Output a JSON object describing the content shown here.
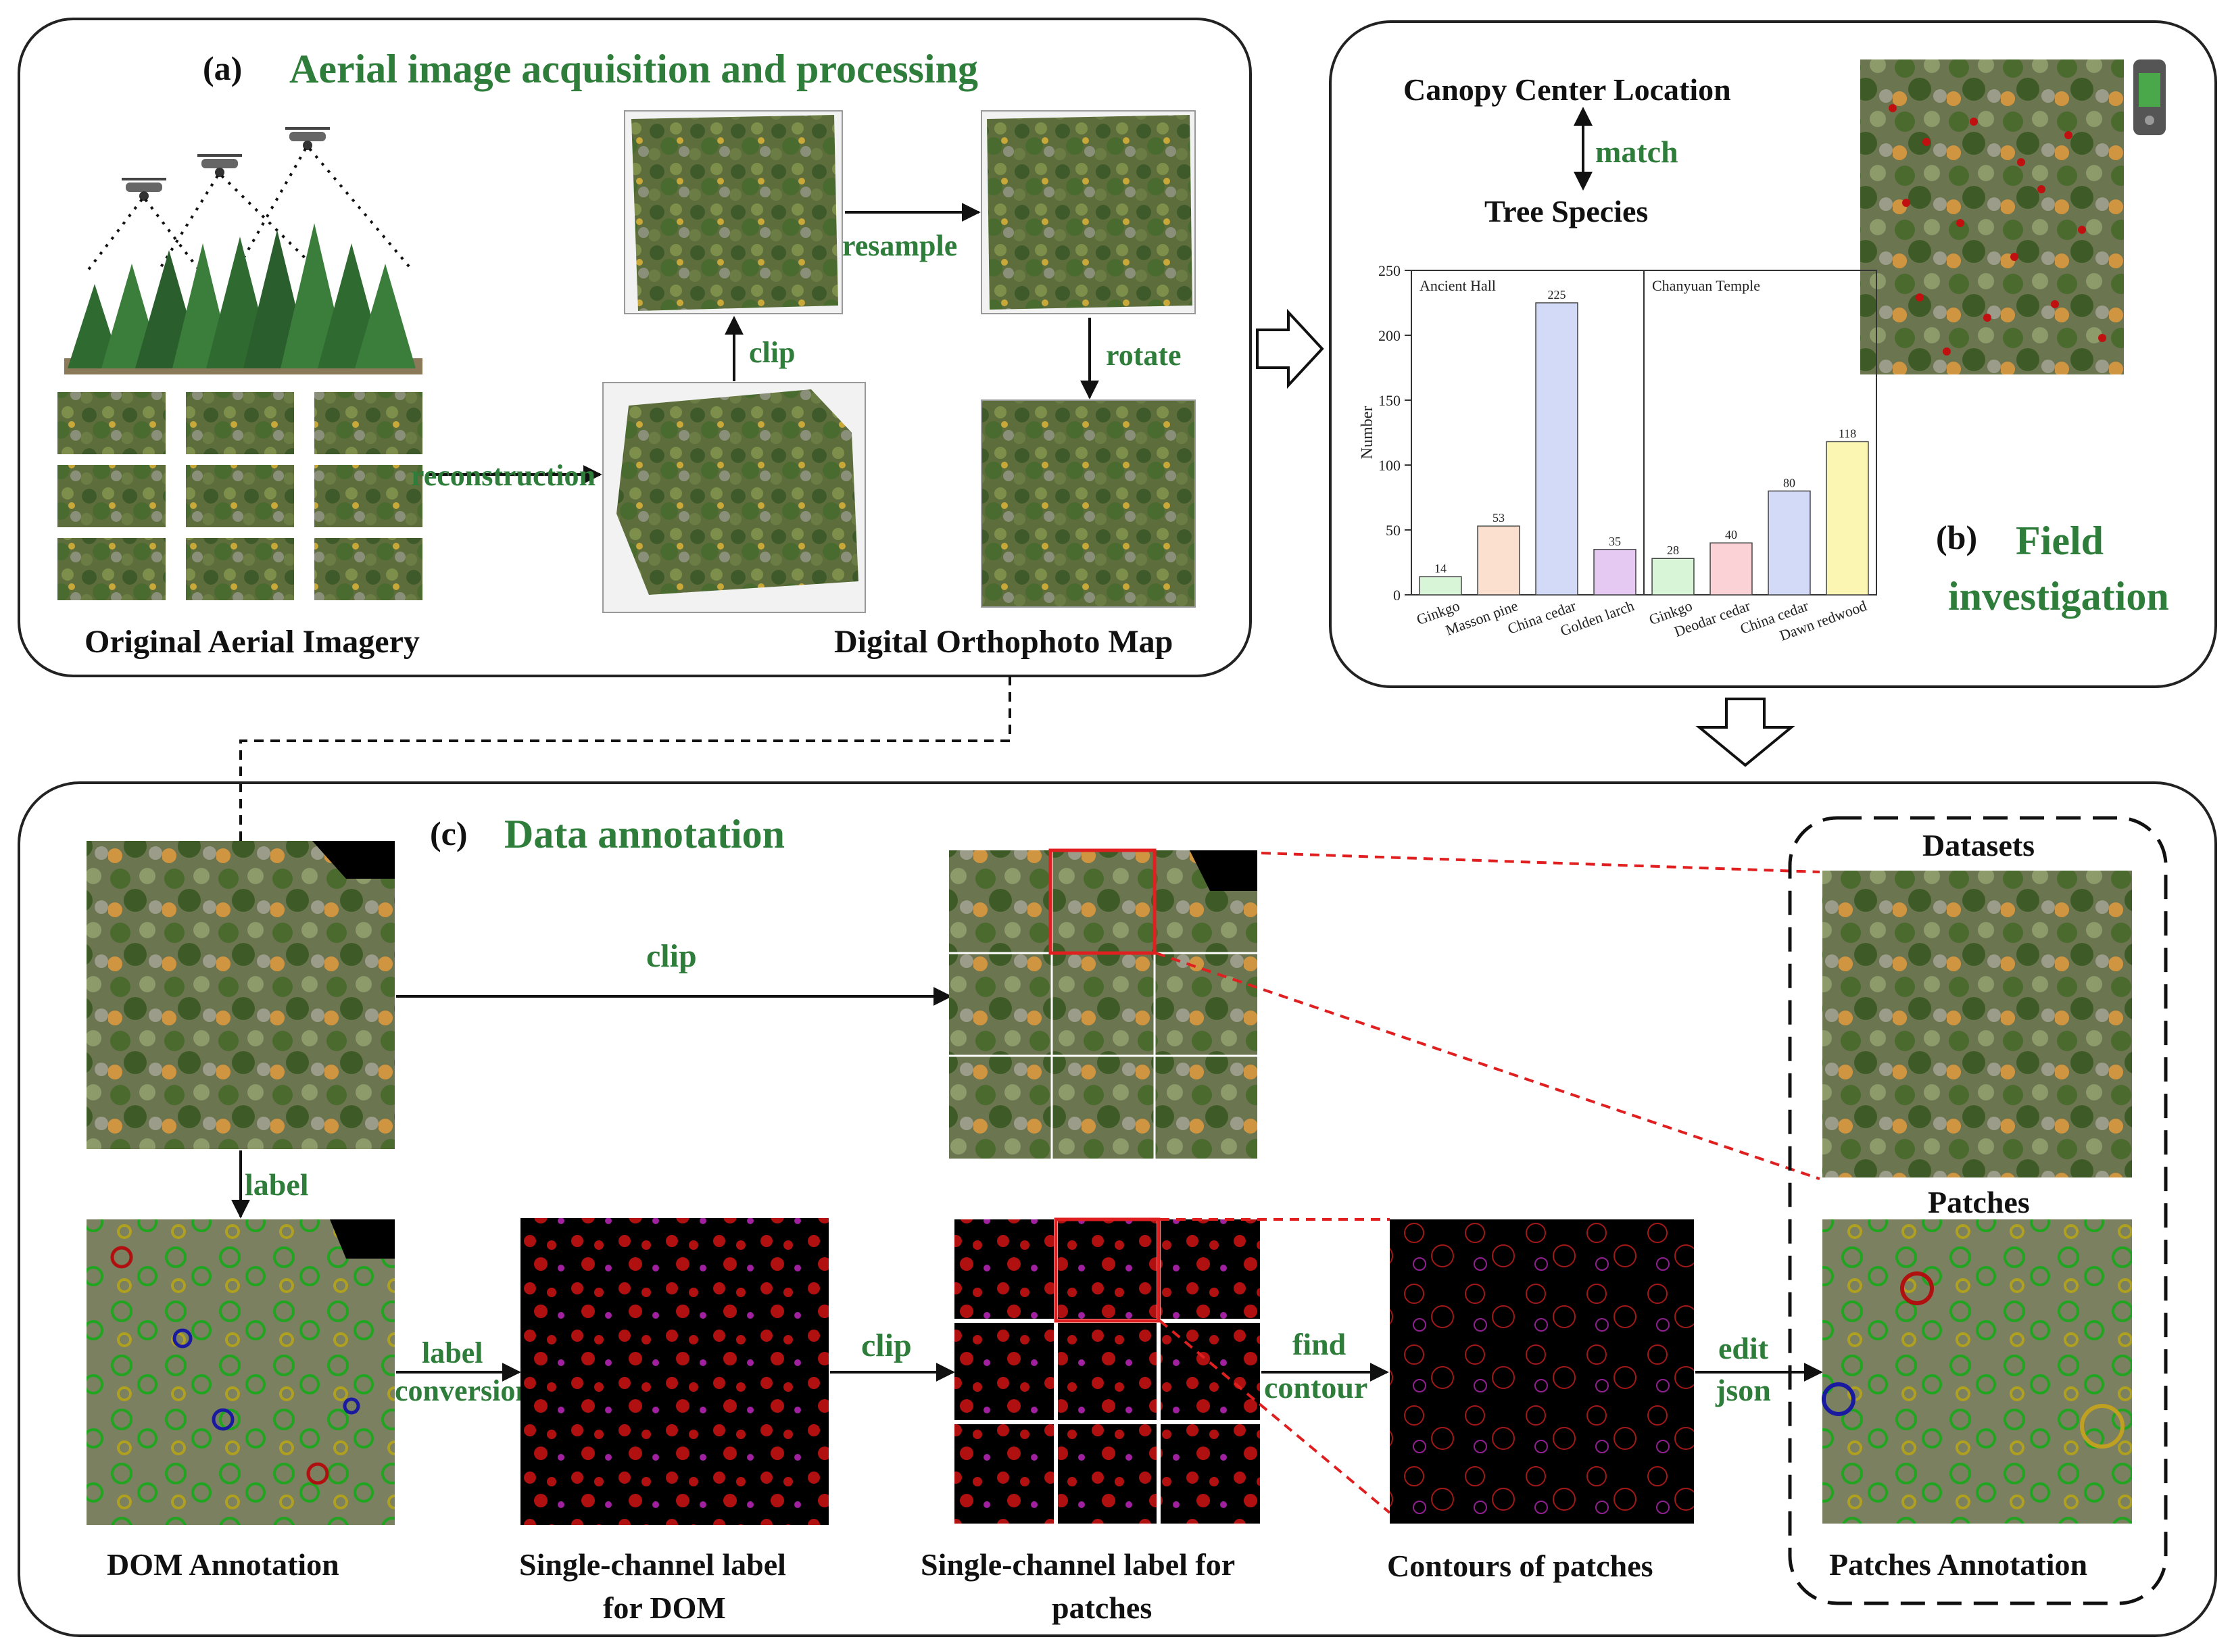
{
  "colors": {
    "accent_green": "#2e7d3a",
    "box_border": "#222222",
    "red_dashed": "#e02020",
    "canopy_dark": "#3f5a2a",
    "canopy_light": "#7d8f4a",
    "label_red": "#b01010",
    "label_blue": "#1a1aa0",
    "label_magenta": "#a020a0",
    "label_cyan": "#20a0a0"
  },
  "panel_a": {
    "tag": "(a)",
    "title": "Aerial image acquisition and processing",
    "caption_left": "Original Aerial Imagery",
    "caption_right": "Digital Orthophoto Map",
    "arrow_reconstruction": "reconstruction",
    "arrow_clip": "clip",
    "arrow_resample": "resample",
    "arrow_rotate": "rotate",
    "icons": [
      "drone-icon",
      "drone-icon",
      "drone-icon",
      "forest-trees-icon"
    ]
  },
  "panel_b": {
    "tag": "(b)",
    "title_line1": "Field",
    "title_line2": "investigation",
    "canopy_label": "Canopy Center Location",
    "match_label": "match",
    "species_label": "Tree Species",
    "gps_icon": "gps-device-icon"
  },
  "panel_c": {
    "tag": "(c)",
    "title": "Data annotation",
    "arrow_clip_top": "clip",
    "arrow_label": "label",
    "arrow_label_conversion_1": "label",
    "arrow_label_conversion_2": "conversion",
    "arrow_clip_bottom": "clip",
    "arrow_find_1": "find",
    "arrow_find_2": "contour",
    "arrow_edit_1": "edit",
    "arrow_edit_2": "json",
    "datasets_label": "Datasets",
    "patches_label": "Patches",
    "caption_dom": "DOM Annotation",
    "caption_single_dom_1": "Single-channel label",
    "caption_single_dom_2": "for DOM",
    "caption_single_patch_1": "Single-channel label  for",
    "caption_single_patch_2": "patches",
    "caption_contours": "Contours of patches",
    "caption_patches_annot": "Patches Annotation"
  },
  "chart_data": {
    "type": "bar",
    "ylabel": "Number",
    "ylim": [
      0,
      250
    ],
    "yticks": [
      "0",
      "50",
      "100",
      "150",
      "200",
      "250"
    ],
    "groups": [
      {
        "name": "Ancient Hall",
        "categories": [
          "Ginkgo",
          "Masson pine",
          "China cedar",
          "Golden larch"
        ],
        "values": [
          14,
          53,
          225,
          35
        ],
        "colors": [
          "#d8f5d8",
          "#fbe0cf",
          "#d3daf7",
          "#e6c9f3"
        ]
      },
      {
        "name": "Chanyuan Temple",
        "categories": [
          "Ginkgo",
          "Deodar cedar",
          "China cedar",
          "Dawn redwood"
        ],
        "values": [
          28,
          40,
          80,
          118
        ],
        "colors": [
          "#d8f5d8",
          "#fbd3d6",
          "#d3daf7",
          "#fbf7b3"
        ]
      }
    ]
  }
}
